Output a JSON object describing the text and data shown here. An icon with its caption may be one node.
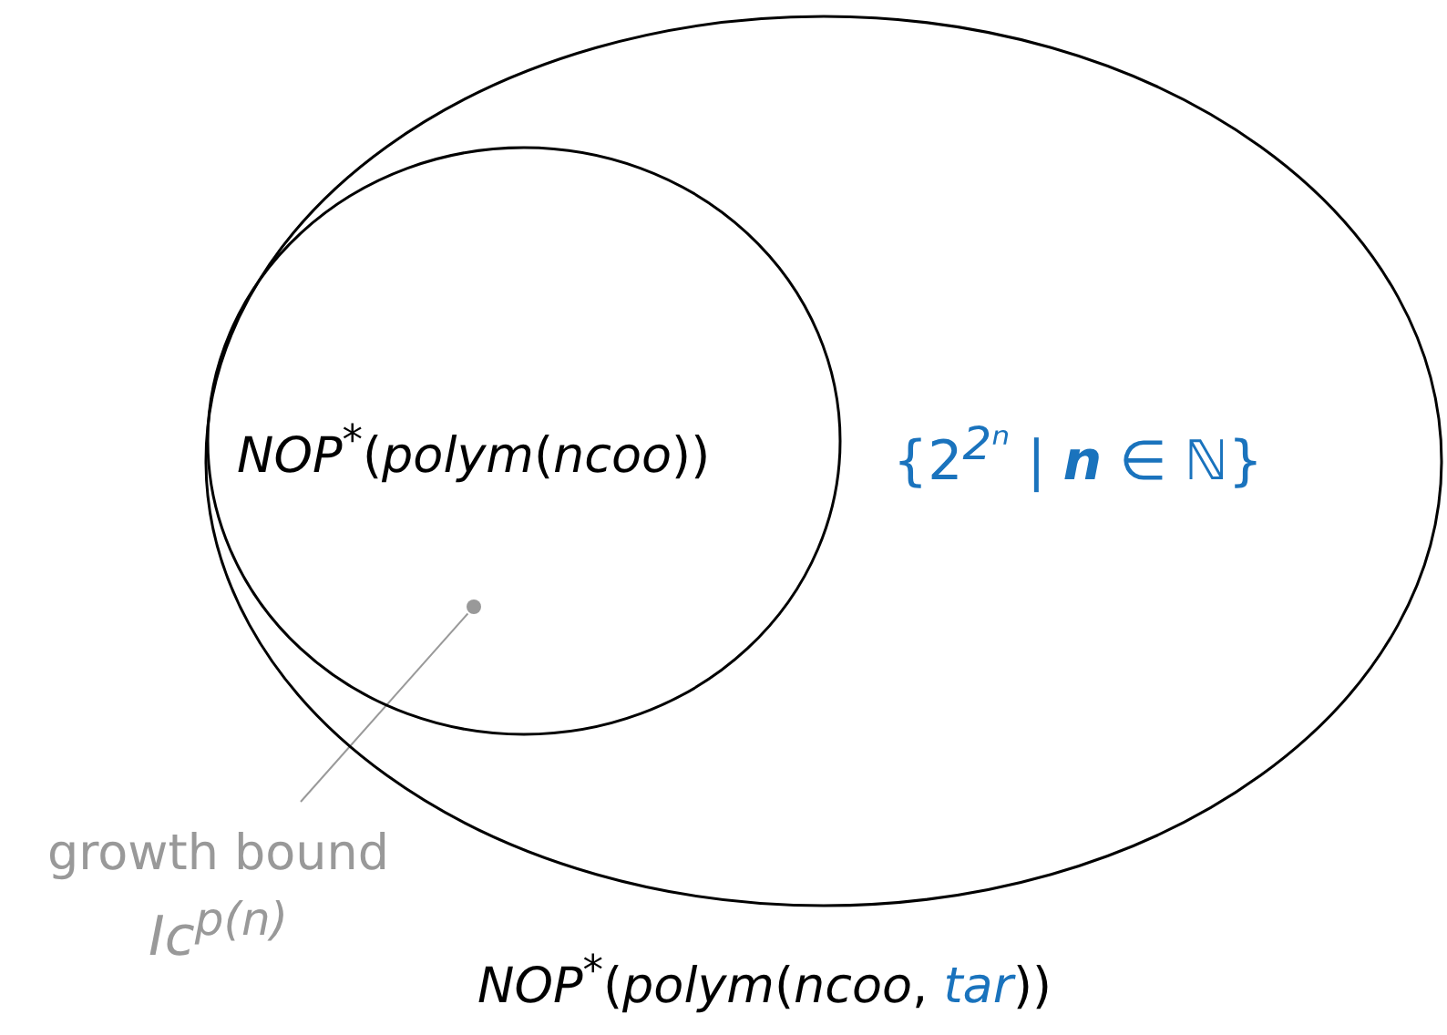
{
  "diagram": {
    "nodes": [
      {
        "text": [
          "{2$^{2ⁿ}$ | **n** ∈ ℕ}",
          "*NOP*$^{*}$(*polym*(*ncoo*, *tar*))"
        ]
      },
      {
        "text": [
          "*NOP*$^{*}$(*polym*(*ncoo*))"
        ],
        "in": 0
      },
      {
        "text": [
          "growth bound",
          "*Ic*$^{p(n)}$"
        ]
      },
      {
        "text": [],
        "shape": "circle",
        "in": 1
      }
    ],
    "edges": [
      {
        "from": 2,
        "to": 3,
        "arrow": "none"
      }
    ]
  }
}
